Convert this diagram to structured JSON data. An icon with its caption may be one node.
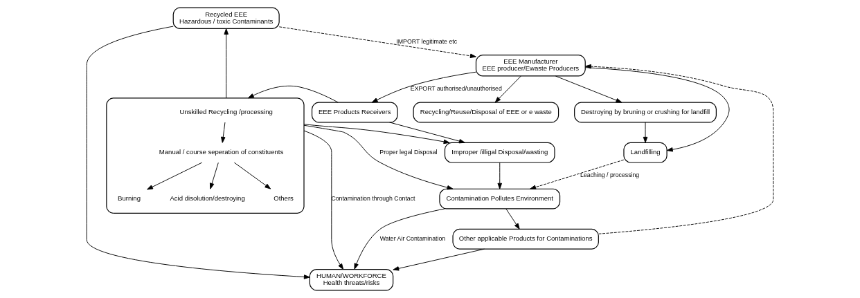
{
  "diagram": {
    "nodes": [
      {
        "text": [
          "Recycling/Reuse/Disposal of EEE or e waste"
        ]
      },
      {
        "text": [
          "EEE Manufacturer",
          "EEE producer/Ewaste Producers"
        ]
      },
      {
        "text": [
          "EEE Products Receivers"
        ]
      },
      {
        "text": [
          "Recycled EEE",
          "Hazardous / toxic Contaminants"
        ]
      },
      {
        "text": [],
        "shape": "box"
      },
      {
        "text": [
          "Unskilled Recycling /processing"
        ],
        "in": 4
      },
      {
        "text": [
          "Manual / course seperation of constituents"
        ],
        "in": 4
      },
      {
        "text": [
          "Burning"
        ],
        "in": 4
      },
      {
        "text": [
          "Acid disolution/destroying"
        ],
        "in": 4
      },
      {
        "text": [
          "Others"
        ],
        "in": 4
      },
      {
        "text": [
          "HUMAN/WORKFORCE",
          "Health threats/risks"
        ]
      },
      {
        "text": [
          "Destroying by bruning or crushing for landfill"
        ]
      },
      {
        "text": [
          "Other applicable Products for Contaminations"
        ]
      },
      {
        "text": [
          "Landfilling"
        ]
      },
      {
        "text": [
          "Contamination Pollutes Environment"
        ]
      },
      {
        "text": [
          "Improper /illigal Disposal/wasting"
        ]
      }
    ],
    "edges": [
      {
        "from": 1,
        "to": 0,
        "arrow": "to"
      },
      {
        "from": 1,
        "to": 2,
        "arrow": "to",
        "label": "EXPORT authorised/unauthorised"
      },
      {
        "from": 3,
        "to": 1,
        "arrow": "to",
        "label": "IMPORT legitimate etc",
        "style": "dashed"
      },
      {
        "from": 12,
        "to": 1,
        "arrow": "to",
        "style": "dashed"
      },
      {
        "from": 2,
        "to": 4,
        "arrow": "to"
      },
      {
        "from": 4,
        "to": 3,
        "arrow": "to"
      },
      {
        "from": 2,
        "to": 15,
        "arrow": "to"
      },
      {
        "from": 3,
        "to": 10,
        "arrow": "to"
      },
      {
        "from": 5,
        "to": 6,
        "arrow": "to"
      },
      {
        "from": 6,
        "to": 7,
        "arrow": "to"
      },
      {
        "from": 6,
        "to": 8,
        "arrow": "to"
      },
      {
        "from": 6,
        "to": 9,
        "arrow": "to"
      },
      {
        "from": 4,
        "to": 10,
        "arrow": "to",
        "label": "Contamination through Contact"
      },
      {
        "from": 4,
        "to": 14,
        "arrow": "to",
        "label": "Proper legal Disposal"
      },
      {
        "from": 4,
        "to": 15,
        "arrow": "to"
      },
      {
        "from": 14,
        "to": 10,
        "arrow": "to",
        "label": "Water Air Contamination"
      },
      {
        "from": 14,
        "to": 12,
        "arrow": "to"
      },
      {
        "from": 12,
        "to": 10,
        "arrow": "to"
      },
      {
        "from": 1,
        "to": 11,
        "arrow": "to"
      },
      {
        "from": 1,
        "to": 13,
        "arrow": "to"
      },
      {
        "from": 11,
        "to": 13,
        "arrow": "to"
      },
      {
        "from": 13,
        "to": 14,
        "arrow": "to",
        "label": "Leaching / processing",
        "style": "dashed"
      },
      {
        "from": 15,
        "to": 14,
        "arrow": "to"
      }
    ]
  }
}
